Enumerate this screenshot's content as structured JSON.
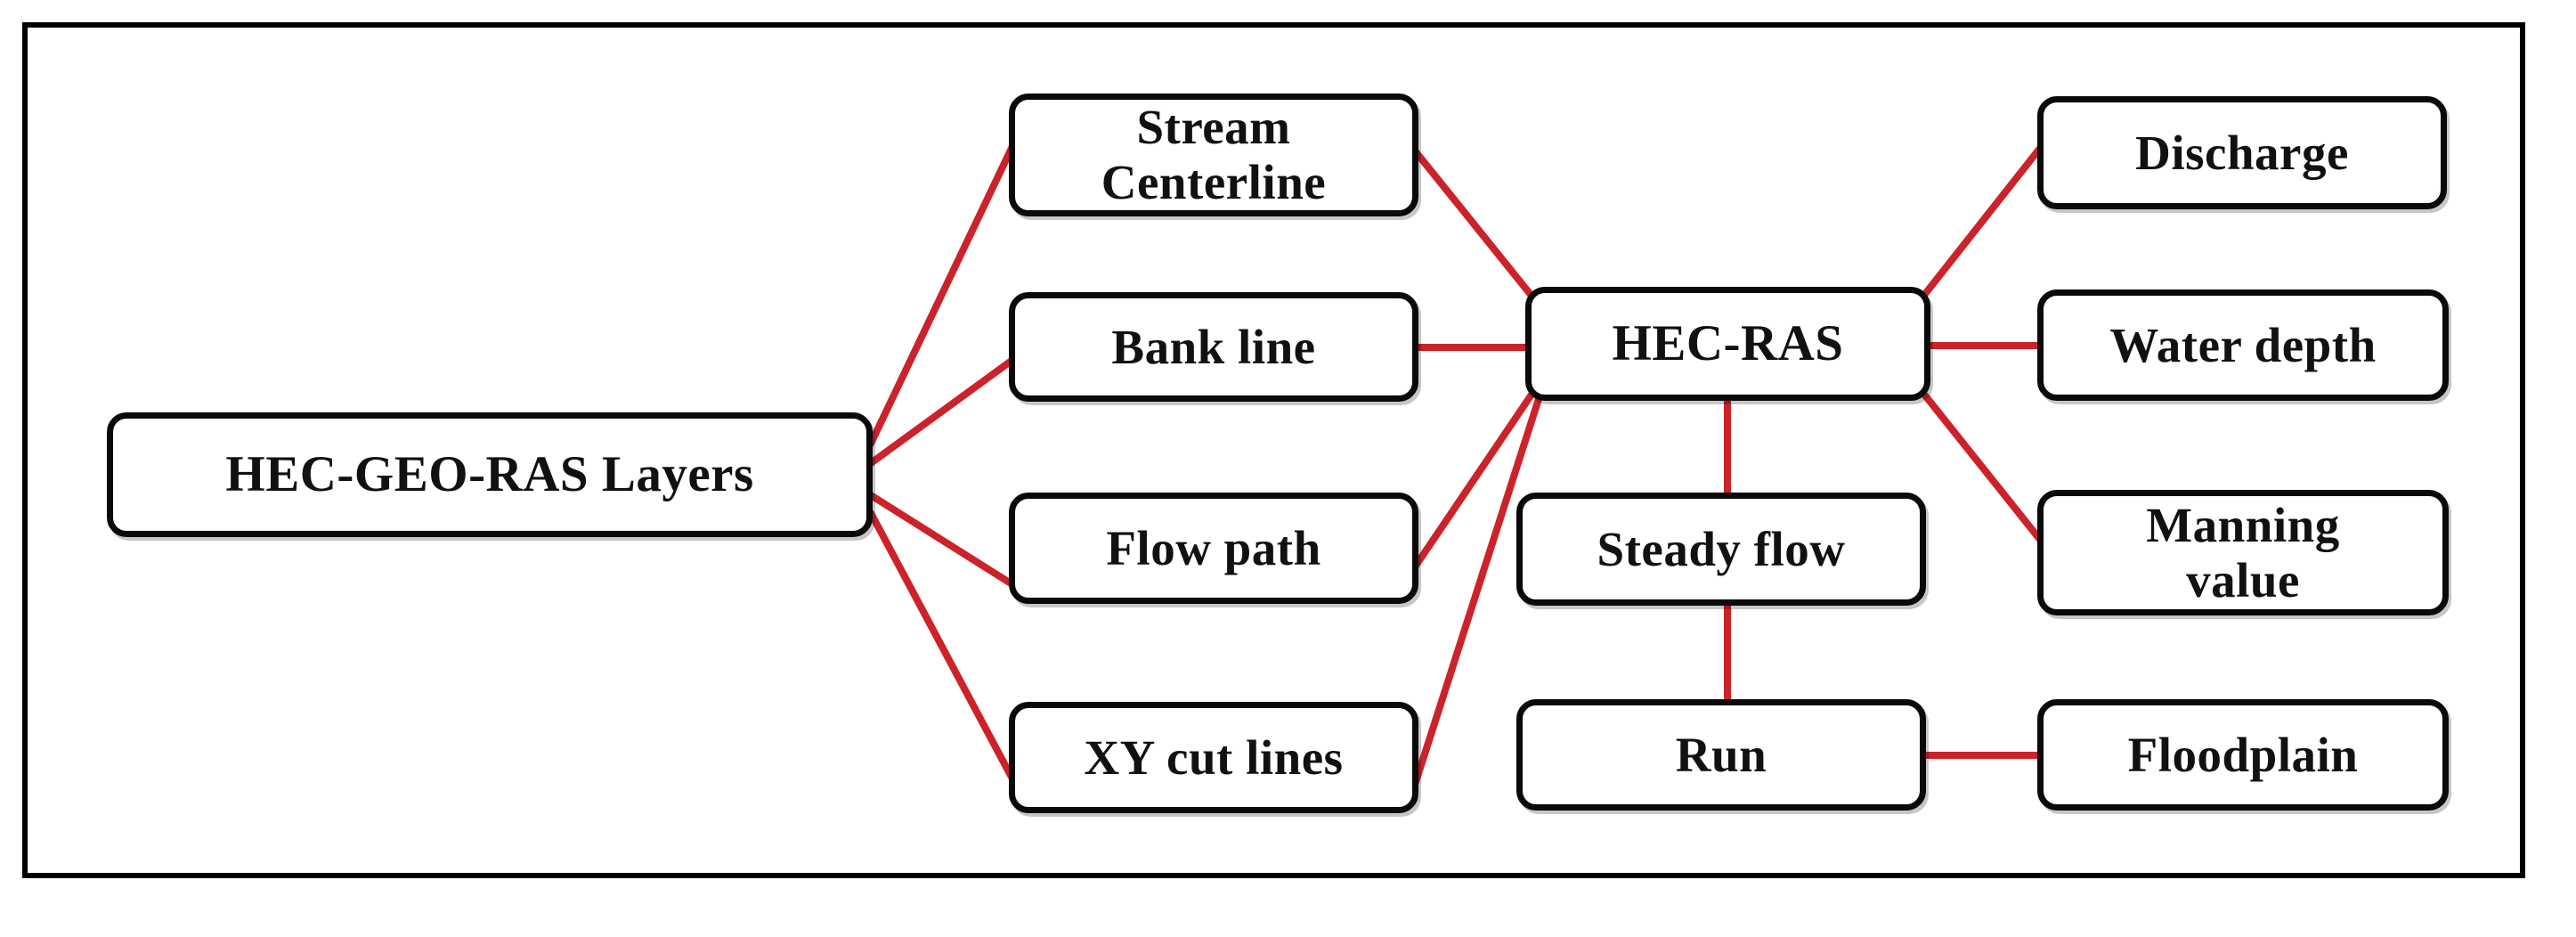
{
  "diagram": {
    "title": "HEC-GEO-RAS to HEC-RAS workflow",
    "frame_color": "#000000",
    "connector_color": "#cc2229",
    "box_border_color": "#0a0a0a",
    "box_fill_color": "#ffffff",
    "text_color": "#111111",
    "nodes": {
      "layers": "HEC-GEO-RAS Layers",
      "stream_centerline": "Stream\nCenterline",
      "bank_line": "Bank line",
      "flow_path": "Flow path",
      "xy_cut_lines": "XY cut lines",
      "hec_ras": "HEC-RAS",
      "steady_flow": "Steady flow",
      "run": "Run",
      "discharge": "Discharge",
      "water_depth": "Water depth",
      "manning_value": "Manning\nvalue",
      "floodplain": "Floodplain"
    },
    "edges": [
      {
        "from": "layers",
        "to": "stream_centerline"
      },
      {
        "from": "layers",
        "to": "bank_line"
      },
      {
        "from": "layers",
        "to": "flow_path"
      },
      {
        "from": "layers",
        "to": "xy_cut_lines"
      },
      {
        "from": "stream_centerline",
        "to": "hec_ras"
      },
      {
        "from": "bank_line",
        "to": "hec_ras"
      },
      {
        "from": "flow_path",
        "to": "hec_ras"
      },
      {
        "from": "xy_cut_lines",
        "to": "hec_ras"
      },
      {
        "from": "hec_ras",
        "to": "discharge"
      },
      {
        "from": "hec_ras",
        "to": "water_depth"
      },
      {
        "from": "hec_ras",
        "to": "manning_value"
      },
      {
        "from": "hec_ras",
        "to": "steady_flow"
      },
      {
        "from": "steady_flow",
        "to": "run"
      },
      {
        "from": "run",
        "to": "floodplain"
      }
    ]
  }
}
